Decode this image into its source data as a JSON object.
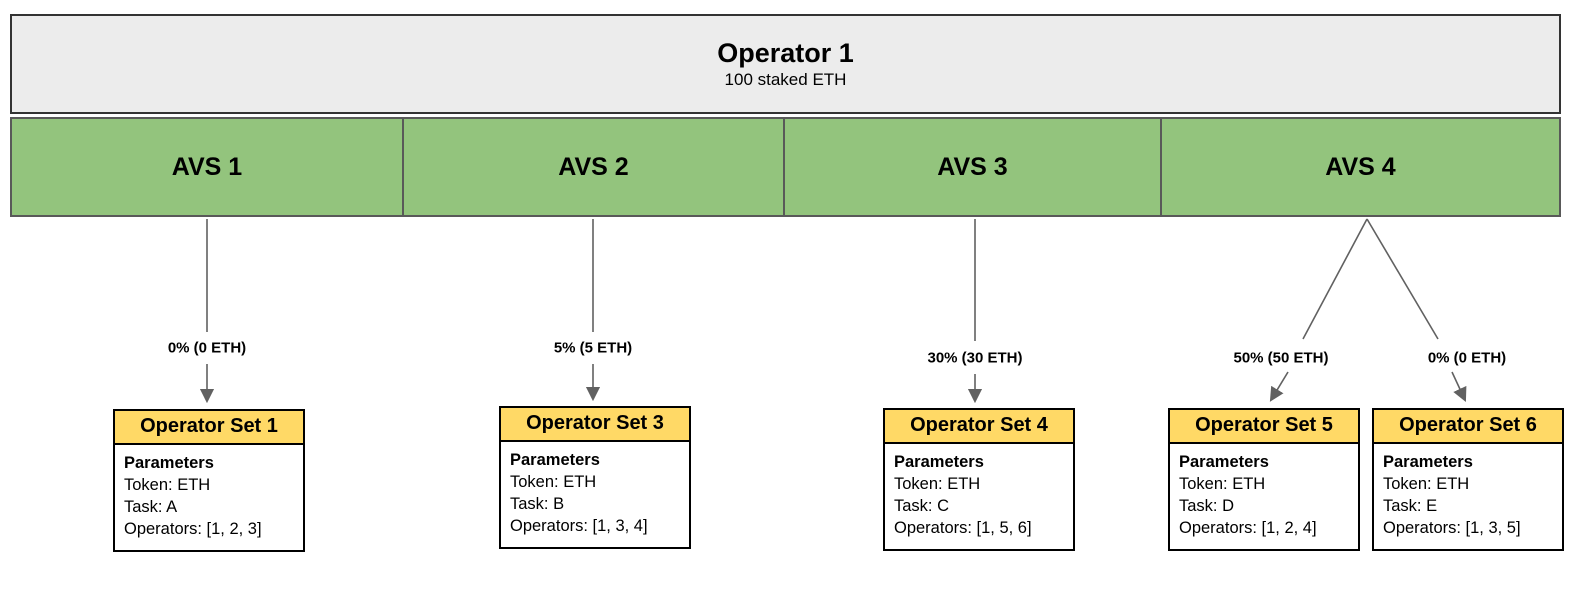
{
  "operator": {
    "title": "Operator 1",
    "subtitle": "100 staked ETH"
  },
  "avs_cells": [
    {
      "label": "AVS 1"
    },
    {
      "label": "AVS 2"
    },
    {
      "label": "AVS 3"
    },
    {
      "label": "AVS 4"
    }
  ],
  "allocations": [
    {
      "from": "AVS 1",
      "to": "Operator Set 1",
      "label": "0% (0 ETH)"
    },
    {
      "from": "AVS 2",
      "to": "Operator Set 3",
      "label": "5% (5 ETH)"
    },
    {
      "from": "AVS 3",
      "to": "Operator Set 4",
      "label": "30% (30 ETH)"
    },
    {
      "from": "AVS 4",
      "to": "Operator Set 5",
      "label": "50% (50 ETH)"
    },
    {
      "from": "AVS 4",
      "to": "Operator Set 6",
      "label": "0% (0 ETH)"
    }
  ],
  "operator_sets": [
    {
      "title": "Operator Set 1",
      "params_heading": "Parameters",
      "token": "Token: ETH",
      "task": "Task: A",
      "operators": "Operators: [1, 2, 3]"
    },
    {
      "title": "Operator Set 3",
      "params_heading": "Parameters",
      "token": "Token: ETH",
      "task": "Task: B",
      "operators": "Operators: [1, 3, 4]"
    },
    {
      "title": "Operator Set 4",
      "params_heading": "Parameters",
      "token": "Token: ETH",
      "task": "Task: C",
      "operators": "Operators: [1, 5, 6]"
    },
    {
      "title": "Operator Set 5",
      "params_heading": "Parameters",
      "token": "Token: ETH",
      "task": "Task: D",
      "operators": "Operators: [1, 2, 4]"
    },
    {
      "title": "Operator Set 6",
      "params_heading": "Parameters",
      "token": "Token: ETH",
      "task": "Task: E",
      "operators": "Operators: [1, 3, 5]"
    }
  ],
  "colors": {
    "operator_fill": "#ececec",
    "operator_border": "#333333",
    "avs_fill": "#93c47d",
    "avs_border": "#595959",
    "set_header_fill": "#ffd966",
    "set_border": "#000000",
    "arrow": "#616161",
    "text": "#000000"
  }
}
